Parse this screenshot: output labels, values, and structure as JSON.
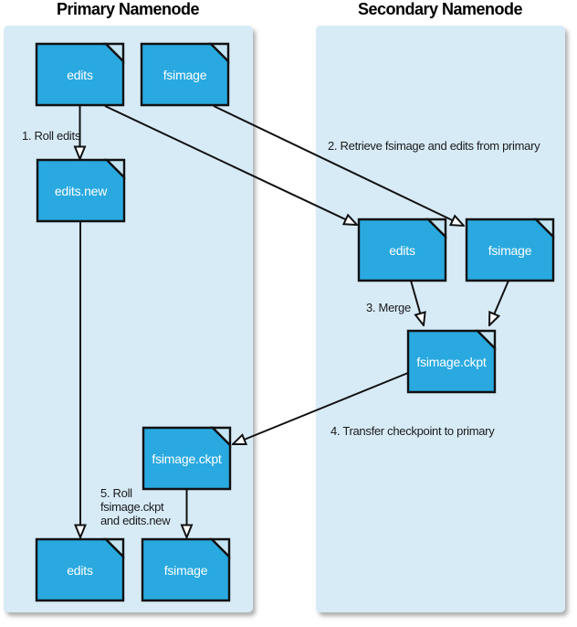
{
  "titles": {
    "primary": "Primary Namenode",
    "secondary": "Secondary Namenode"
  },
  "documents": {
    "primary_edits_top": "edits",
    "primary_fsimage_top": "fsimage",
    "primary_edits_new": "edits.new",
    "primary_fsimage_ckpt": "fsimage.ckpt",
    "primary_edits_bottom": "edits",
    "primary_fsimage_bottom": "fsimage",
    "secondary_edits": "edits",
    "secondary_fsimage": "fsimage",
    "secondary_fsimage_ckpt": "fsimage.ckpt"
  },
  "steps": {
    "step1": "1. Roll edits",
    "step2": "2. Retrieve fsimage and edits from primary",
    "step3": "3. Merge",
    "step4": "4. Transfer checkpoint to primary",
    "step5_line1": "5. Roll",
    "step5_line2": "fsimage.ckpt",
    "step5_line3": "and edits.new"
  },
  "colors": {
    "doc_fill": "#29A9E0",
    "doc_fold": "#C5E5F4",
    "doc_border": "#111111",
    "doc_text": "#FFFFFF",
    "panel_fill": "#D7EBF7",
    "arrow": "#111111",
    "arrowhead_fill": "#FFFFFF",
    "label_text": "#1A1A1A"
  }
}
